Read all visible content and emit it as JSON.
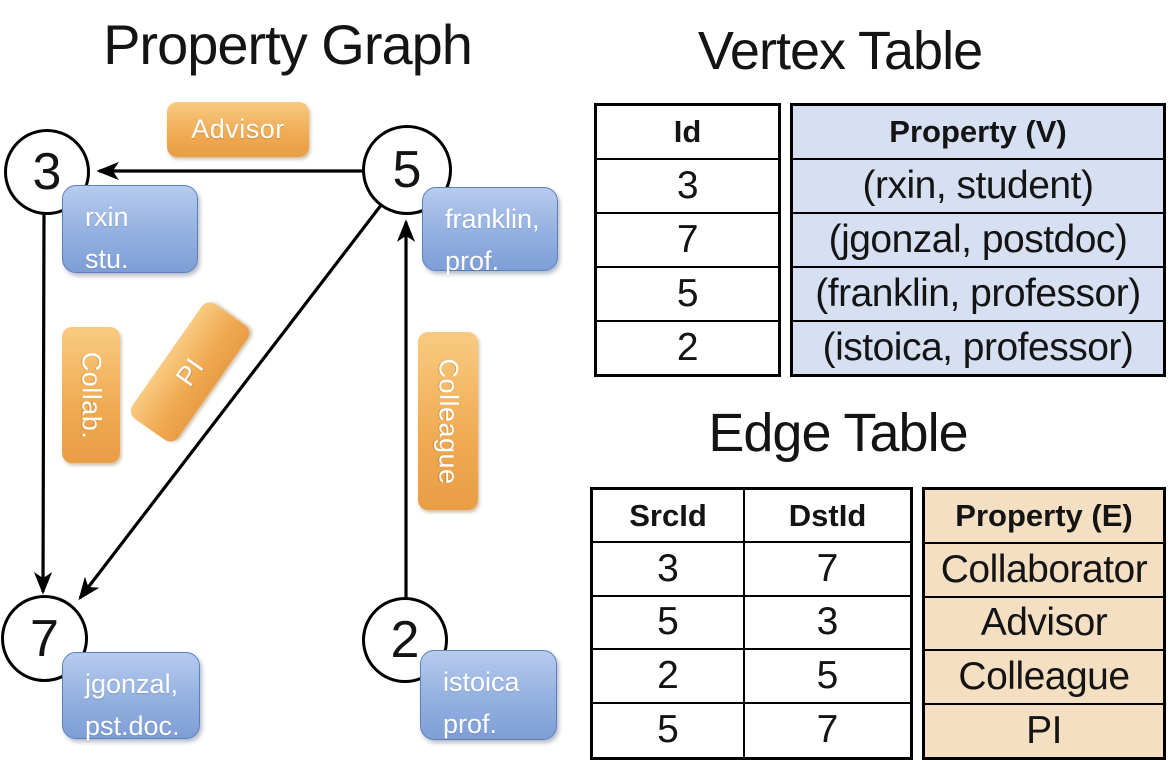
{
  "titles": {
    "graph": "Property Graph",
    "vertex_table": "Vertex Table",
    "edge_table": "Edge Table"
  },
  "graph": {
    "nodes": [
      {
        "label": "3"
      },
      {
        "label": "5"
      },
      {
        "label": "7"
      },
      {
        "label": "2"
      }
    ],
    "edge_labels": {
      "advisor": "Advisor",
      "collab": "Collab.",
      "pi": "PI",
      "colleague": "Colleague"
    },
    "property_boxes": {
      "rxin": {
        "line1": "rxin",
        "line2": "stu."
      },
      "franklin": {
        "line1": "franklin,",
        "line2": "prof."
      },
      "jgonzal": {
        "line1": "jgonzal,",
        "line2": "pst.doc."
      },
      "istoica": {
        "line1": "istoica",
        "line2": "prof."
      }
    }
  },
  "tables": {
    "vertex": {
      "headers": {
        "id": "Id",
        "property": "Property (V)"
      },
      "rows": [
        {
          "id": "3",
          "property": "(rxin, student)"
        },
        {
          "id": "7",
          "property": "(jgonzal, postdoc)"
        },
        {
          "id": "5",
          "property": "(franklin, professor)"
        },
        {
          "id": "2",
          "property": "(istoica, professor)"
        }
      ]
    },
    "edge": {
      "headers": {
        "src": "SrcId",
        "dst": "DstId",
        "property": "Property (E)"
      },
      "rows": [
        {
          "src": "3",
          "dst": "7",
          "property": "Collaborator"
        },
        {
          "src": "5",
          "dst": "3",
          "property": "Advisor"
        },
        {
          "src": "2",
          "dst": "5",
          "property": "Colleague"
        },
        {
          "src": "5",
          "dst": "7",
          "property": "PI"
        }
      ]
    }
  },
  "colors": {
    "edge_label_orange": "#efa850",
    "property_box_blue": "#8fadde",
    "vertex_property_cell": "#d6e0f2",
    "edge_property_cell": "#f4dfc2",
    "table_border": "#000000",
    "node_outline": "#000000",
    "box_text": "#ffffff",
    "text": "#141414"
  }
}
